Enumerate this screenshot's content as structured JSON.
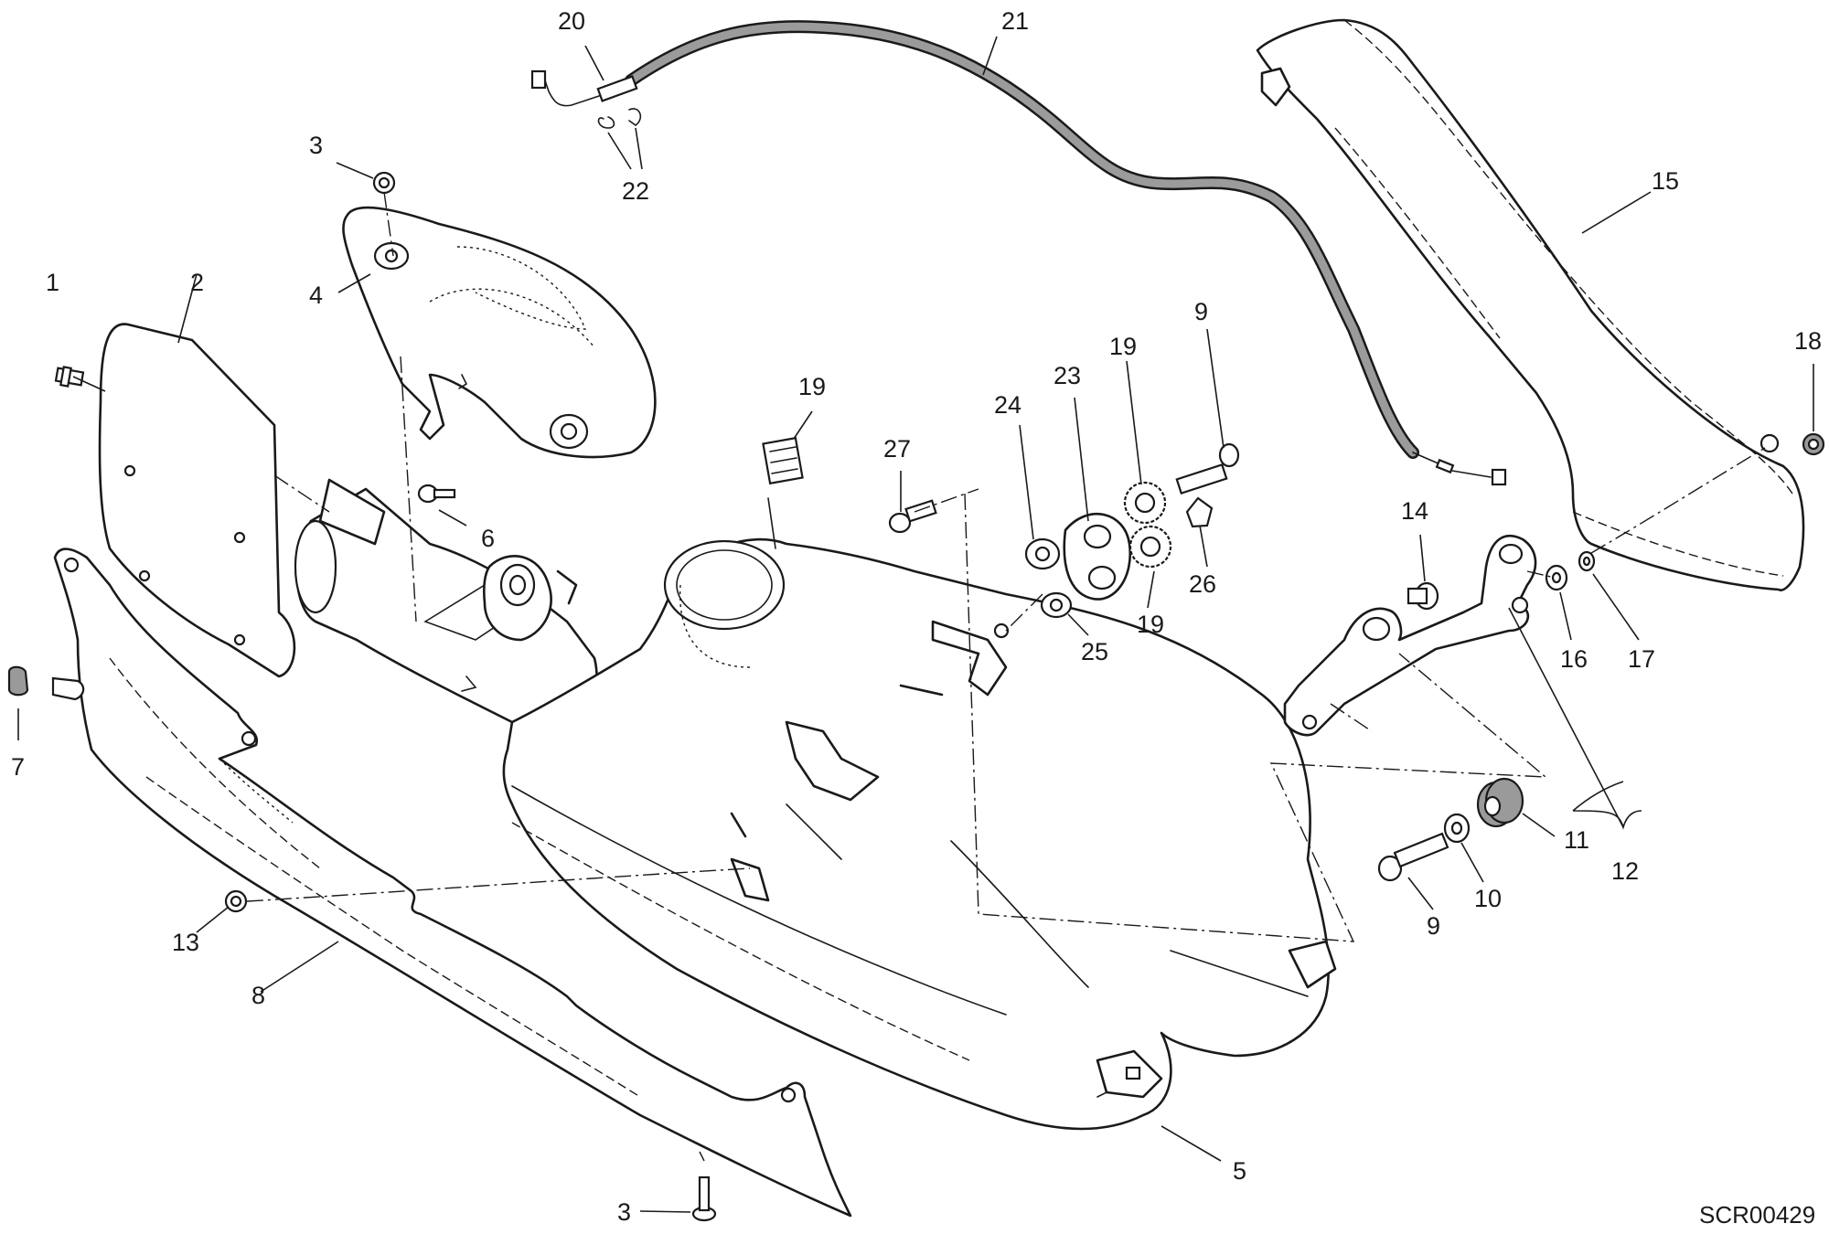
{
  "drawing": {
    "reference_code": "SCR00429",
    "callouts": [
      {
        "label": "1"
      },
      {
        "label": "2"
      },
      {
        "label": "3"
      },
      {
        "label": "4"
      },
      {
        "label": "6"
      },
      {
        "label": "7"
      },
      {
        "label": "8"
      },
      {
        "label": "13"
      },
      {
        "label": "3"
      },
      {
        "label": "5"
      },
      {
        "label": "20"
      },
      {
        "label": "21"
      },
      {
        "label": "22"
      },
      {
        "label": "19"
      },
      {
        "label": "27"
      },
      {
        "label": "24"
      },
      {
        "label": "23"
      },
      {
        "label": "19"
      },
      {
        "label": "9"
      },
      {
        "label": "26"
      },
      {
        "label": "19"
      },
      {
        "label": "25"
      },
      {
        "label": "15"
      },
      {
        "label": "18"
      },
      {
        "label": "14"
      },
      {
        "label": "16"
      },
      {
        "label": "17"
      },
      {
        "label": "11"
      },
      {
        "label": "12"
      },
      {
        "label": "10"
      },
      {
        "label": "9"
      }
    ]
  }
}
